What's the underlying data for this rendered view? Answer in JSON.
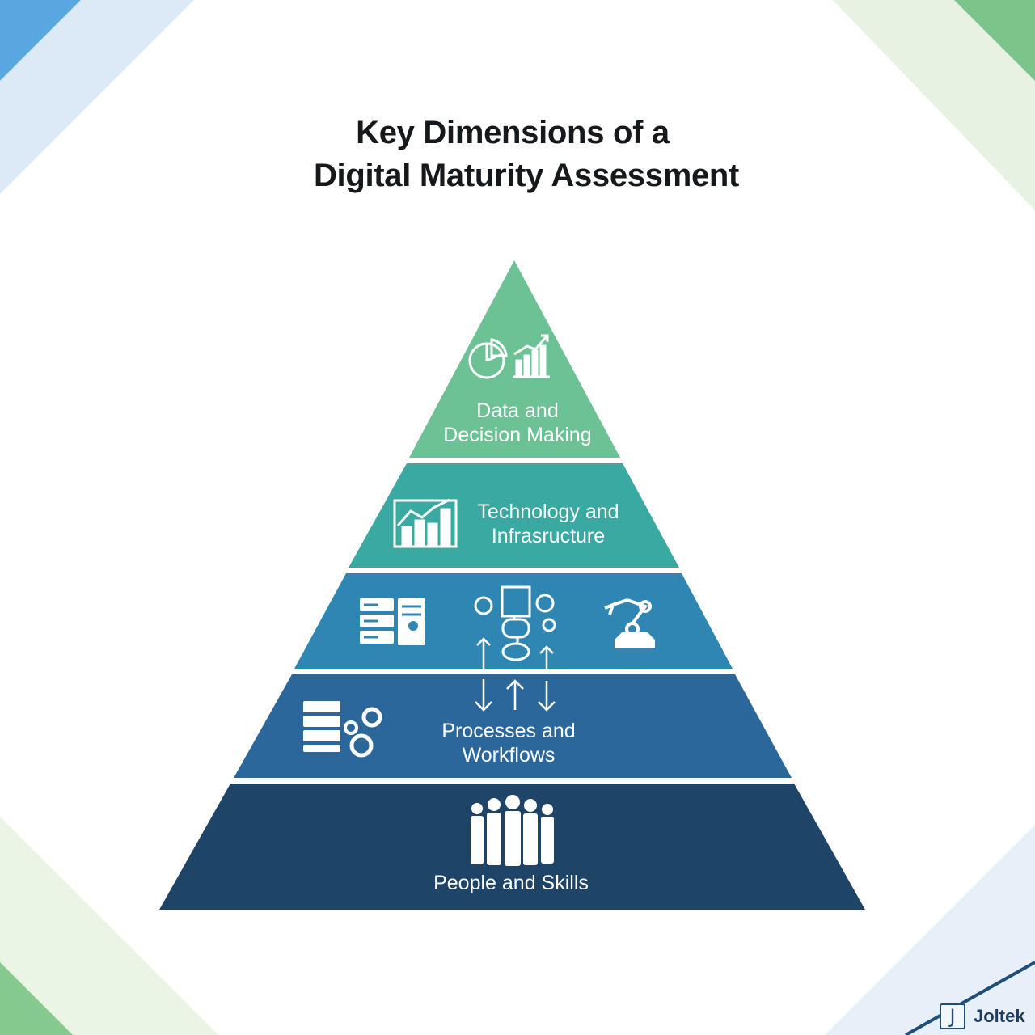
{
  "title": {
    "line1": "Key Dimensions of a",
    "line2": "Digital Maturity Assessment"
  },
  "tiers": [
    {
      "label_line1": "Data and",
      "label_line2": "Decision Making",
      "color": "#6cc195",
      "icons": [
        "pie-chart-icon",
        "bar-chart-icon"
      ]
    },
    {
      "label_line1": "Technology and",
      "label_line2": "Infrasructure",
      "color": "#3aa9a2",
      "icons": [
        "line-chart-icon"
      ]
    },
    {
      "label_line1": "",
      "label_line2": "",
      "color": "#2f86b2",
      "icons": [
        "server-rack-icon",
        "automation-hub-icon",
        "robot-arm-icon",
        "up-arrow-icon"
      ]
    },
    {
      "label_line1": "Processes and",
      "label_line2": "Workflows",
      "color": "#2b679a",
      "icons": [
        "server-gears-icon",
        "arrows-icon"
      ]
    },
    {
      "label_line1": "People and Skills",
      "label_line2": "",
      "color": "#1e4468",
      "icons": [
        "people-group-icon"
      ]
    }
  ],
  "brand": {
    "mark": "J",
    "name": "Joltek",
    "color": "#1f3d63"
  }
}
